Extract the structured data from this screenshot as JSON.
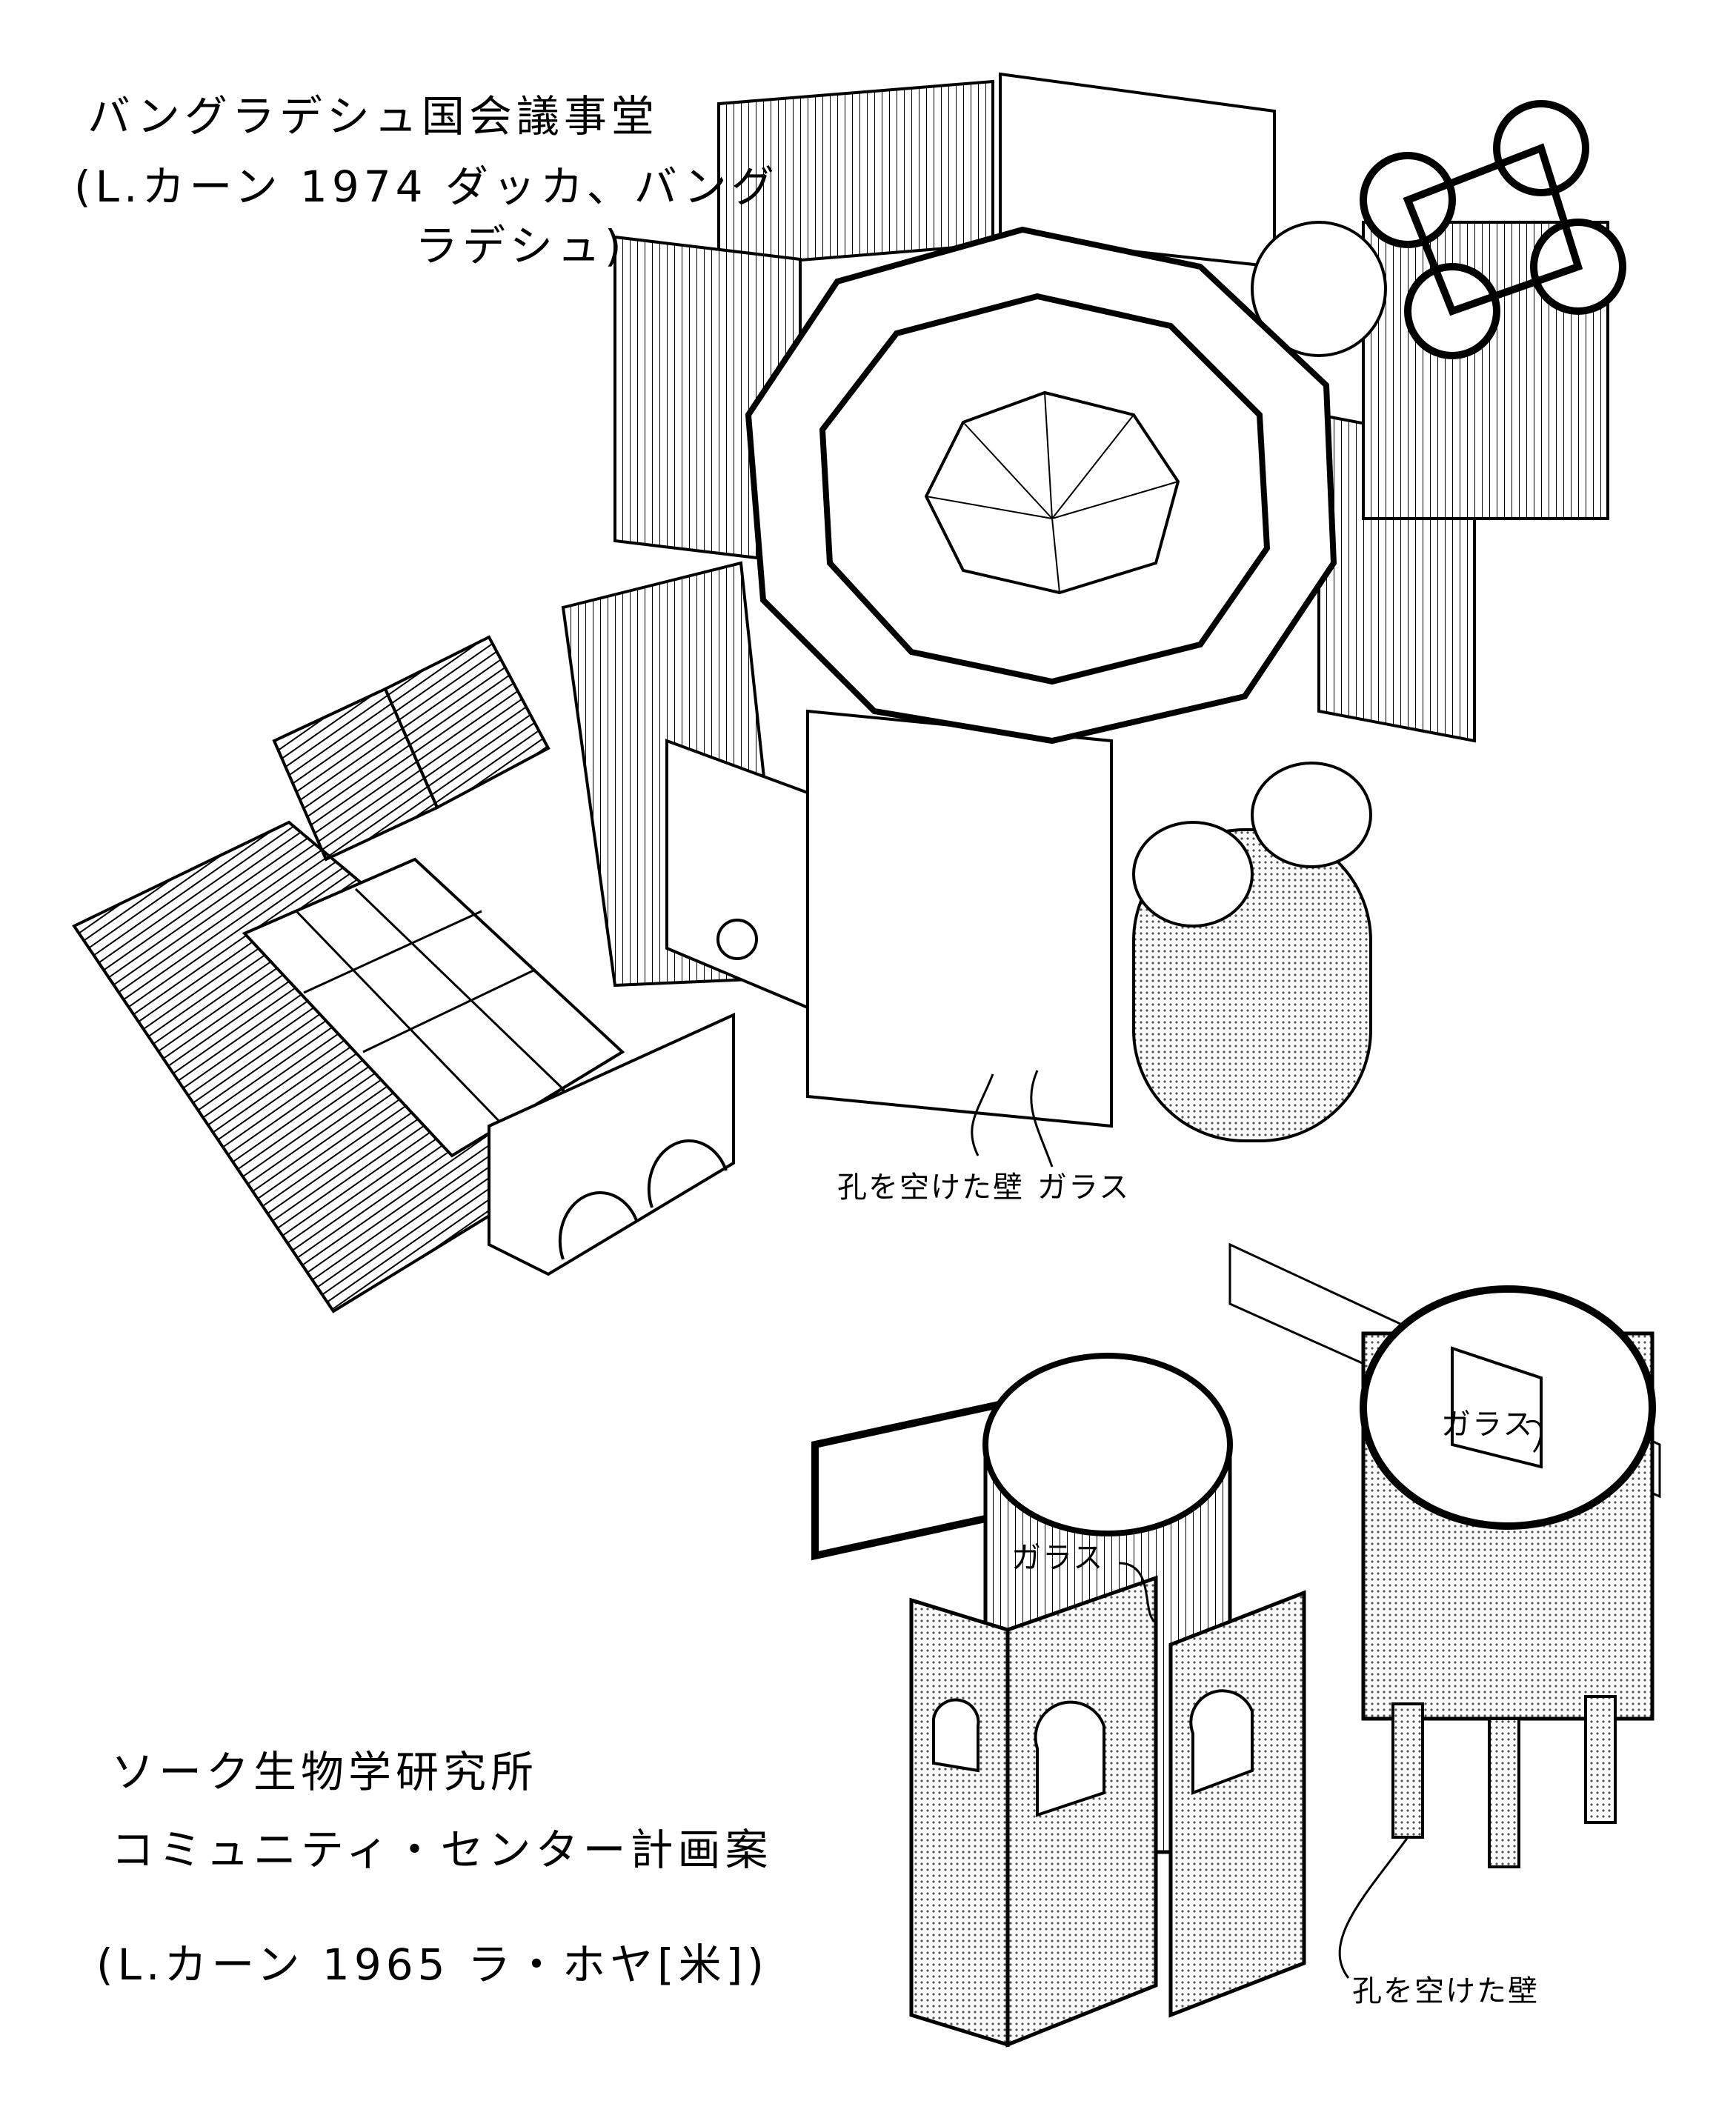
{
  "drawing_1": {
    "title": "バングラデシュ国会議事堂",
    "caption_line1": "(L.カーン 1974 ダッカ、バング",
    "caption_line2": "ラデシュ)",
    "labels": {
      "perforated_wall": "孔を空けた壁",
      "glass": "ガラス"
    }
  },
  "drawing_2": {
    "title_line1": "ソーク生物学研究所",
    "title_line2": "コミュニティ・センター計画案",
    "caption": "(L.カーン 1965 ラ・ホヤ[米])",
    "labels": {
      "glass_right": "ガラス",
      "glass_left": "ガラス",
      "perforated_wall": "孔を空けた壁"
    }
  },
  "colors": {
    "ink": "#000000",
    "paper": "#ffffff",
    "screentone": "#bfbfbf"
  }
}
